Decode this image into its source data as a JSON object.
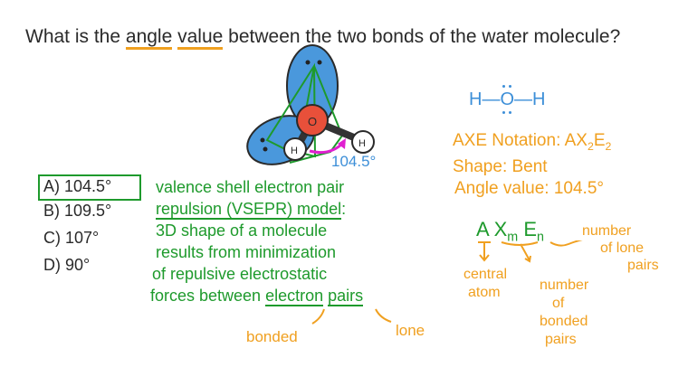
{
  "question": {
    "prefix": "What is the ",
    "highlight1": "angle",
    "space": " ",
    "highlight2": "value",
    "suffix": " between the two bonds of the water molecule?"
  },
  "options": [
    {
      "label": "A) 104.5°",
      "selected": true
    },
    {
      "label": "B) 109.5°",
      "selected": false
    },
    {
      "label": "C) 107°",
      "selected": false
    },
    {
      "label": "D) 90°",
      "selected": false
    }
  ],
  "molecule": {
    "center_atom": "O",
    "hydrogen1": "H",
    "hydrogen2": "H",
    "angle_label": "104.5°"
  },
  "vsepr_text": {
    "line1": "valence shell electron pair",
    "line2a": "repulsion (VSEPR) model",
    "line2b": ":",
    "line3": "3D shape of a molecule",
    "line4": "results from minimization",
    "line5": "of repulsive electrostatic",
    "line6a": "forces between ",
    "line6b": "electron",
    "line6c": " ",
    "line6d": "pairs",
    "bonded": "bonded",
    "lone": "lone"
  },
  "lewis": {
    "left": "H",
    "center": "O",
    "right": "H"
  },
  "summary": {
    "notation_label": "AXE Notation: ",
    "notation_A": "AX",
    "notation_m": "2",
    "notation_E": "E",
    "notation_n": "2",
    "shape": "Shape: Bent",
    "angle": "Angle value: 104.5°"
  },
  "axe": {
    "A": "A",
    "X": "X",
    "m": "m",
    "E": "E",
    "n": "n",
    "central": "central",
    "atom": "atom",
    "bonded1": "number",
    "bonded2": "of",
    "bonded3": "bonded",
    "bonded4": "pairs",
    "lone1": "number",
    "lone2": "of lone",
    "lone3": "pairs"
  },
  "colors": {
    "text": "#2a2a2a",
    "green": "#1e9a2c",
    "orange": "#f0a020",
    "blue": "#3d8fd8",
    "oxygen": "#e8503a",
    "arrow": "#e020d0"
  }
}
